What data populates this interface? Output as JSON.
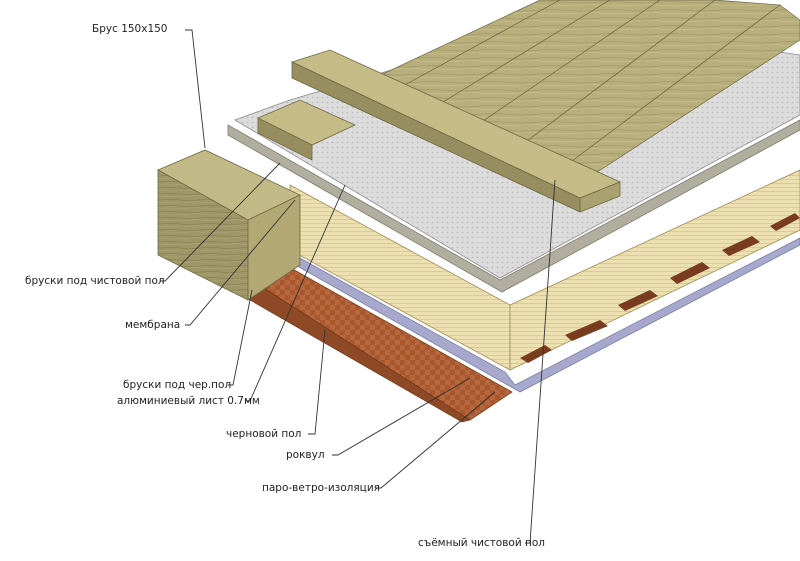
{
  "labels": {
    "beam": "Брус 150х150",
    "finish_battens": "бруски под чистовой пол",
    "membrane": "мембрана",
    "subfloor_battens": "бруски под чер.пол",
    "aluminium_sheet": "алюминиевый лист 0.7мм",
    "subfloor": "черновой пол",
    "rockwool": "роквул",
    "vapor_barrier": "паро-ветро-изоляция",
    "removable_floor": "съёмный чистовой пол"
  },
  "colors": {
    "wood_top": "#b8b07e",
    "wood_side": "#9e9566",
    "beam_front": "#a29a6c",
    "rockwool": "#e8d9a8",
    "subfloor": "#b5643a",
    "aluminium": "#b9b6a8",
    "membrane_grid": "#cfcfcf",
    "vapor_barrier": "#a7a9cc",
    "leader_line": "#333333"
  }
}
